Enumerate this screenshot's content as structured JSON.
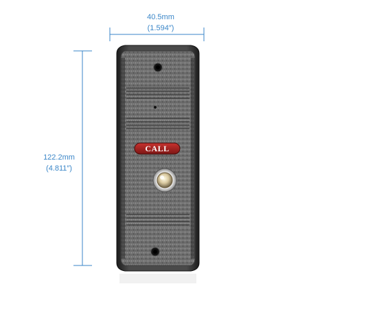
{
  "dimensions": {
    "width_mm": "40.5mm",
    "width_in": "(1.594″)",
    "height_mm": "122.2mm",
    "height_in": "(4.811″)"
  },
  "device": {
    "button_label": "CALL",
    "colors": {
      "body": "#6b6b6b",
      "frame": "#2b2b2b",
      "call_plate": "#a8201f",
      "dimension_lines": "#3a86c8"
    }
  }
}
